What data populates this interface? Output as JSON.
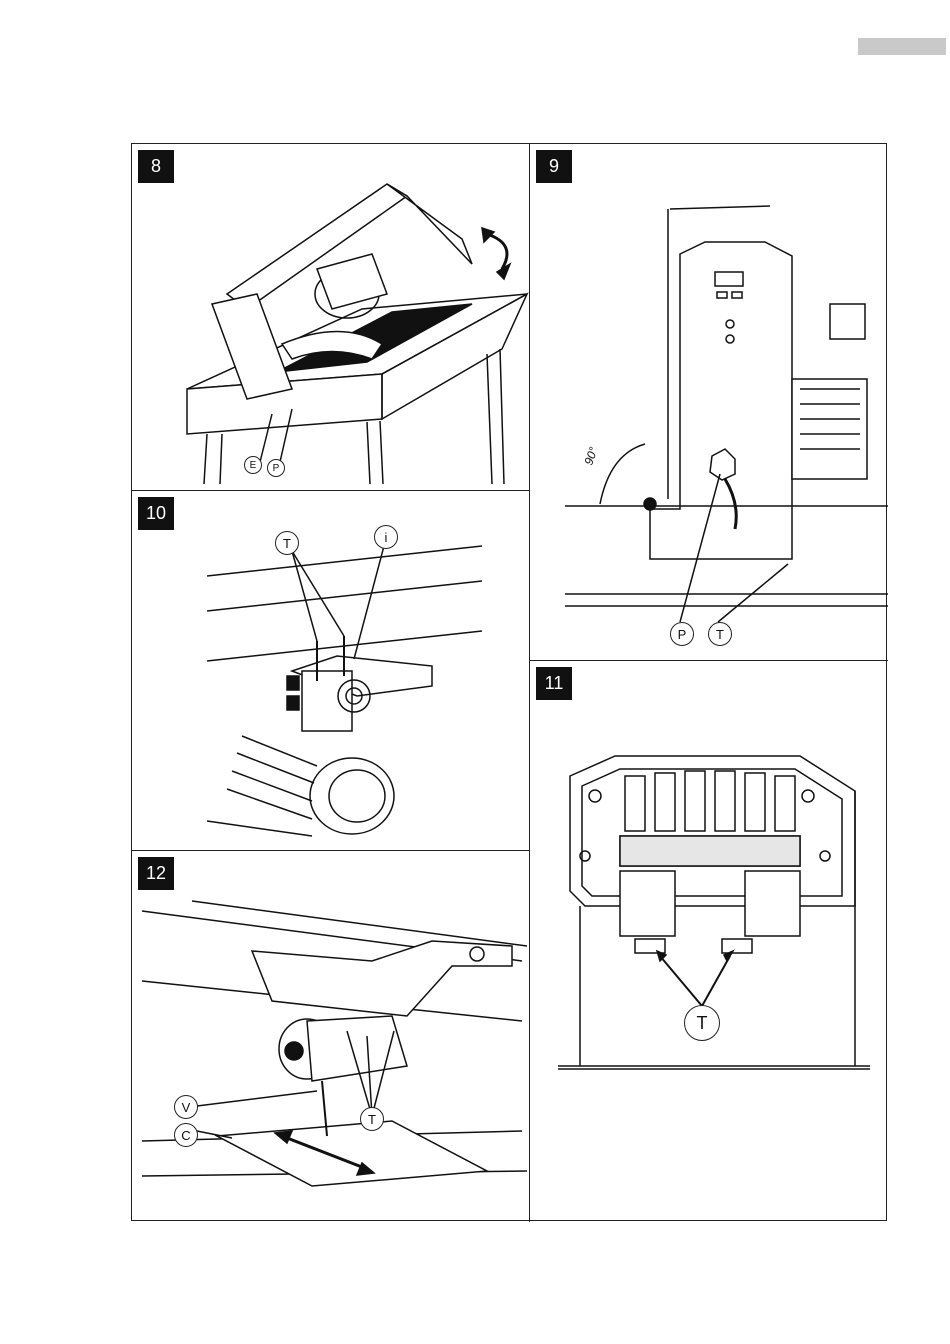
{
  "figures": [
    {
      "number": "8",
      "callouts": [
        "E",
        "P"
      ]
    },
    {
      "number": "9",
      "callouts": [
        "P",
        "T"
      ],
      "angle_label": "90°"
    },
    {
      "number": "10",
      "callouts": [
        "T",
        "i"
      ]
    },
    {
      "number": "11",
      "callouts": [
        "T"
      ]
    },
    {
      "number": "12",
      "callouts": [
        "V",
        "C",
        "T"
      ]
    }
  ]
}
